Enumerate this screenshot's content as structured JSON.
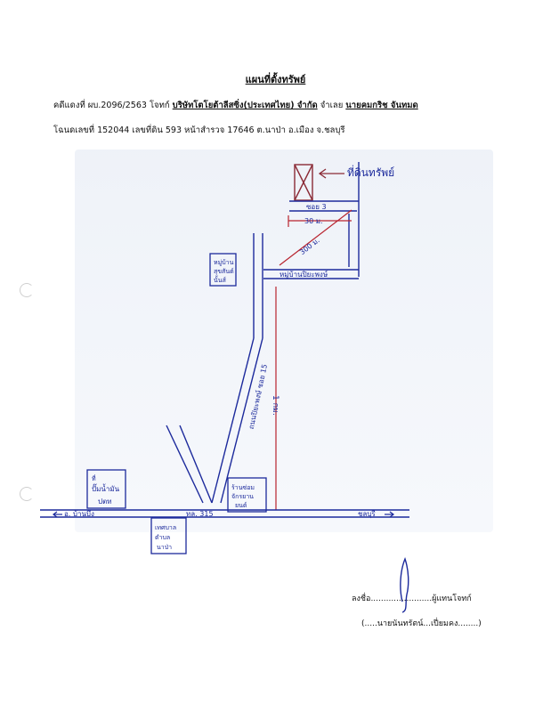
{
  "document": {
    "title": "แผนที่ตั้งทรัพย์",
    "case_label": "คดีแดงที่ ผบ.2096/2563",
    "plaintiff_label": "โจทก์",
    "plaintiff_name": "บริษัทโตโยต้าลีสซิ่ง(ประเทศไทย) จำกัด",
    "defendant_label": "จำเลย",
    "defendant_name": "นายคมกริช จันทมด",
    "deed_text": "โฉนดเลขที่ 152044 เลขที่ดิน 593 หน้าสำรวจ 17646 ต.นาป่า อ.เมือง จ.ชลบุรี"
  },
  "map": {
    "property_marker": "ที่ดินทรัพย์",
    "soi_3": "ซอย 3",
    "dist_30m": "30 ม.",
    "dist_300m": "300 ม.",
    "dist_1km": "1 กม.",
    "village": "หมู่บ้านปิยะพงษ์",
    "road_soi15": "ถนนปิยะพงษ์ ซอย 15",
    "shop_label": [
      "หมู่บ้าน",
      "สุขสันต์",
      "นั้นส์"
    ],
    "water_label": [
      "ที่",
      "ปั๊มน้ำมัน",
      "ปตท"
    ],
    "motorcycle_label": [
      "ร้านซ่อม",
      "จักรยาน",
      "ยนต์"
    ],
    "municipal_label": [
      "เทศบาล",
      "ตำบล",
      "นาป่า"
    ],
    "road_left": "อ. บ้านบึง",
    "road_right": "ชลบุรี",
    "road_code": "ทล. 315"
  },
  "signature": {
    "sign_prefix": "ลงชื่อ",
    "sign_role": "ผู้แทนโจทก์",
    "sign_name": "(.....นายนันทรัตน์...เปี่ยมคง........)"
  }
}
